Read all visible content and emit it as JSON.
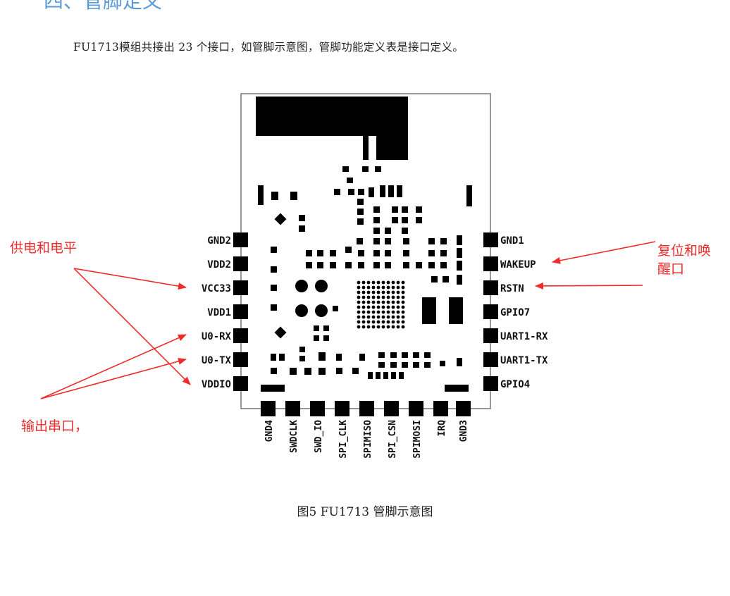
{
  "heading": "四、管脚定义",
  "intro": "FU1713模组共接出 23 个接口，如管脚示意图，管脚功能定义表是接口定义。",
  "caption": "图5 FU1713 管脚示意图",
  "colors": {
    "annotation": "#ef2b2b",
    "heading": "#5b9bd5",
    "pin": "#000000"
  },
  "diagram": {
    "left_pins": [
      "GND2",
      "VDD2",
      "VCC33",
      "VDD1",
      "U0-RX",
      "U0-TX",
      "VDDIO"
    ],
    "right_pins": [
      "GND1",
      "WAKEUP",
      "RSTN",
      "GPIO7",
      "UART1-RX",
      "UART1-TX",
      "GPIO4"
    ],
    "bottom_pins": [
      "GND4",
      "SWDCLK",
      "SWD_IO",
      "SPI_CLK",
      "SPIMISO",
      "SPI_CSN",
      "SPIMOSI",
      "IRQ",
      "GND3"
    ]
  },
  "annotations": {
    "power": "供电和电平",
    "reset_wake_line1": "复位和唤",
    "reset_wake_line2": "醒口",
    "serial": "输出串口，"
  }
}
